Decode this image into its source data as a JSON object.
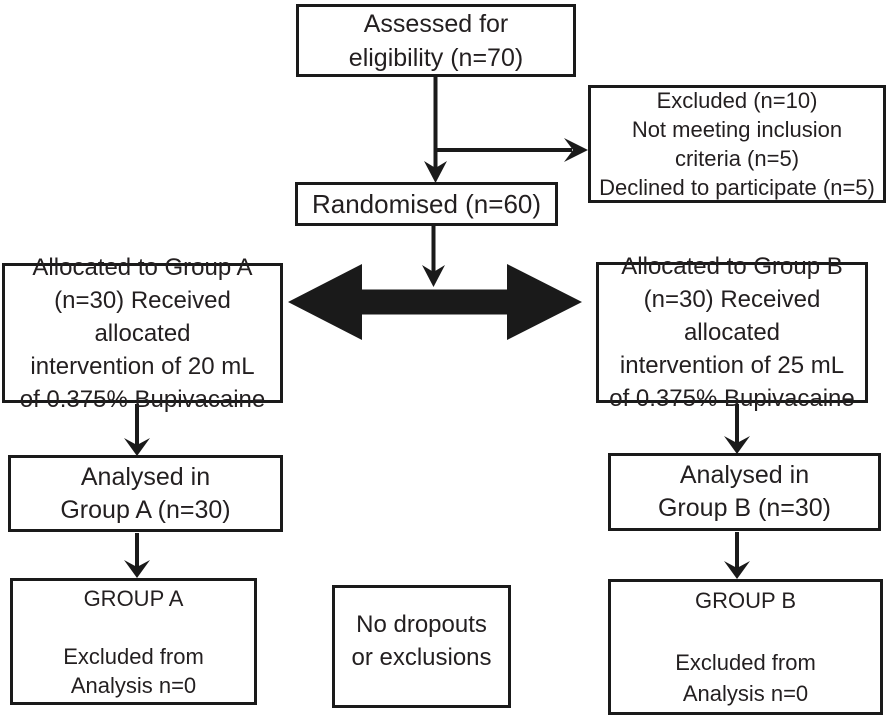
{
  "diagram": {
    "type": "consort-flow-diagram",
    "colors": {
      "line": "#1a1a1a",
      "text": "#231f20",
      "background": "#ffffff"
    },
    "boxes": {
      "assessed": {
        "text": "Assessed for\neligibility (n=70)"
      },
      "excluded": {
        "text": "Excluded (n=10)\nNot meeting inclusion\ncriteria (n=5)\nDeclined to participate (n=5)"
      },
      "randomised": {
        "text": "Randomised (n=60)"
      },
      "allocated_a": {
        "text": "Allocated to Group A\n(n=30) Received allocated\nintervention of 20 mL\nof 0.375% Bupivacaine"
      },
      "allocated_b": {
        "text": "Allocated to Group B\n(n=30) Received allocated\nintervention of 25 mL\nof 0.375% Bupivacaine"
      },
      "analysed_a": {
        "text": "Analysed in\nGroup A (n=30)"
      },
      "analysed_b": {
        "text": "Analysed in\nGroup B (n=30)"
      },
      "group_a": {
        "text": "GROUP A\n\nExcluded from\nAnalysis n=0"
      },
      "group_b": {
        "text": "GROUP B\n\nExcluded from\nAnalysis n=0"
      },
      "no_dropouts": {
        "text": "No dropouts\nor exclusions"
      }
    }
  }
}
